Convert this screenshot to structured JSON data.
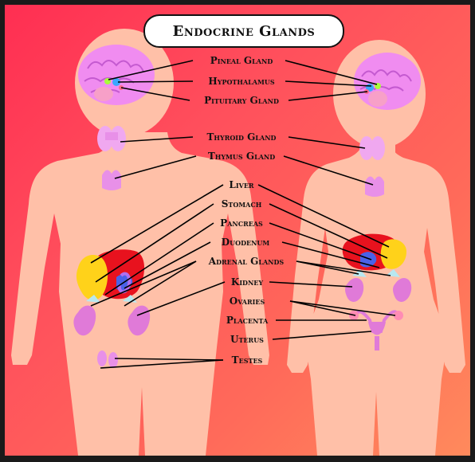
{
  "title": "Endocrine Glands",
  "labels": {
    "pineal": "Pineal Gland",
    "hypothalamus": "Hypothalamus",
    "pituitary": "Pituitary Gland",
    "thyroid": "Thyroid Gland",
    "thymus": "Thymus Gland",
    "liver": "Liver",
    "stomach": "Stomach",
    "pancreas": "Pancreas",
    "duodenum": "Duodenum",
    "adrenal": "Adrenal Glands",
    "kidney": "Kidney",
    "ovaries": "Ovaries",
    "placenta": "Placenta",
    "uterus": "Uterus",
    "testes": "Testes"
  },
  "colors": {
    "background_start": "#ff2e52",
    "background_end": "#ff8a5c",
    "body": "#ffc0a8",
    "brain": "#f08cf0",
    "thyroid": "#f0a8f0",
    "liver": "#e8121e",
    "stomach": "#ffd21a",
    "kidney": "#e07ad8",
    "pancreas": "#4a62e8",
    "adrenal": "#b8e8f0",
    "hypothalamus": "#3aa8ff",
    "pineal": "#a8ff3a"
  }
}
